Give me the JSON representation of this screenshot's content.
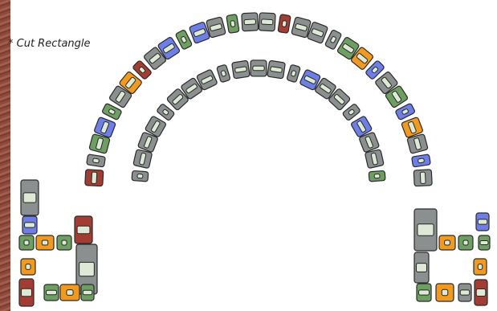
{
  "note": "* Cut Rectangle",
  "colors": {
    "gray": "#8c8f90",
    "green": "#6f9e63",
    "blue": "#6f7ee6",
    "orange": "#f19a1f",
    "red": "#a33d33",
    "yellow": "#f3ec1e",
    "slot": "#dfe8d6"
  },
  "outer_arch": [
    "red",
    "gray",
    "green",
    "blue",
    "green",
    "gray",
    "orange",
    "red",
    "gray",
    "blue",
    "green",
    "blue",
    "gray",
    "green",
    "gray",
    "gray",
    "red",
    "gray",
    "gray",
    "gray",
    "green",
    "orange",
    "blue",
    "gray",
    "green",
    "blue",
    "orange",
    "gray",
    "blue",
    "gray"
  ],
  "inner_arch": [
    "gray",
    "gray",
    "gray",
    "gray",
    "gray",
    "gray",
    "gray",
    "gray",
    "gray",
    "gray",
    "gray",
    "gray",
    "gray",
    "blue",
    "gray",
    "gray",
    "gray",
    "blue",
    "gray",
    "gray",
    "green"
  ],
  "left_base": [
    "red",
    "gray",
    "gray",
    "blue",
    "green",
    "orange",
    "green",
    "red",
    "green",
    "orange",
    "green"
  ],
  "right_base": [
    "gray",
    "gray",
    "green",
    "orange",
    "green",
    "green",
    "orange",
    "red",
    "gray",
    "blue"
  ]
}
